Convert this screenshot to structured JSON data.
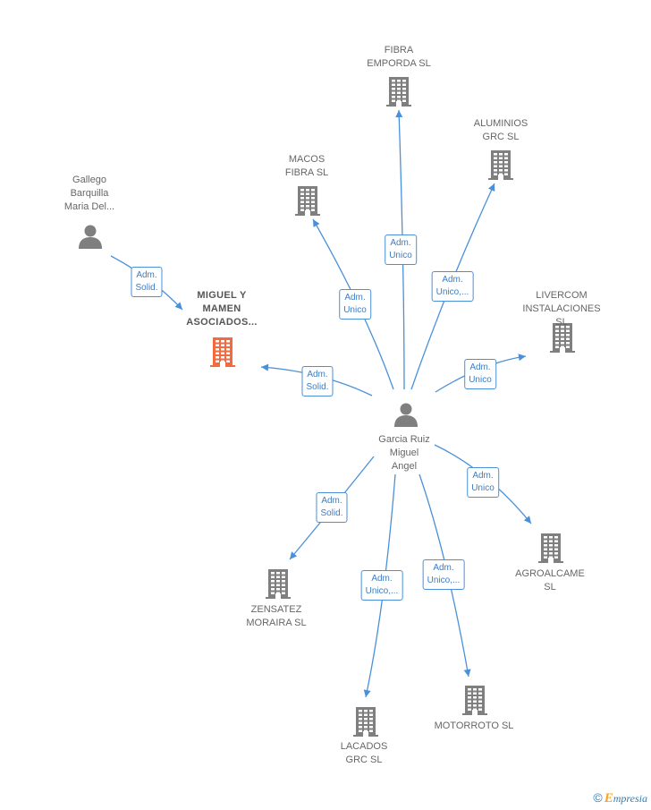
{
  "colors": {
    "edge": "#4a90d9",
    "building": "#7f7f7f",
    "building_focus": "#f26a3d",
    "person": "#7f7f7f"
  },
  "nodes": {
    "fibra_emporda": {
      "label": "FIBRA\nEMPORDA SL",
      "icon": "building-icon"
    },
    "aluminios_grc": {
      "label": "ALUMINIOS\nGRC SL",
      "icon": "building-icon"
    },
    "macos_fibra": {
      "label": "MACOS\nFIBRA SL",
      "icon": "building-icon"
    },
    "gallego": {
      "label": "Gallego\nBarquilla\nMaria Del...",
      "icon": "person-icon"
    },
    "miguel_mamen": {
      "label": "MIGUEL Y\nMAMEN\nASOCIADOS...",
      "icon": "building-icon"
    },
    "livercom": {
      "label": "LIVERCOM\nINSTALACIONES SL",
      "icon": "building-icon"
    },
    "garcia": {
      "label": "Garcia Ruiz\nMiguel\nAngel",
      "icon": "person-icon"
    },
    "zensatez": {
      "label": "ZENSATEZ\nMORAIRA SL",
      "icon": "building-icon"
    },
    "agroalcame": {
      "label": "AGROALCAME\nSL",
      "icon": "building-icon"
    },
    "lacados": {
      "label": "LACADOS\nGRC SL",
      "icon": "building-icon"
    },
    "motorroto": {
      "label": "MOTORROTO SL",
      "icon": "building-icon"
    }
  },
  "edges": [
    {
      "from": "garcia",
      "to": "fibra_emporda",
      "label": "Adm.\nUnico"
    },
    {
      "from": "garcia",
      "to": "aluminios_grc",
      "label": "Adm.\nUnico,..."
    },
    {
      "from": "garcia",
      "to": "macos_fibra",
      "label": "Adm.\nUnico"
    },
    {
      "from": "gallego",
      "to": "miguel_mamen",
      "label": "Adm.\nSolid."
    },
    {
      "from": "garcia",
      "to": "miguel_mamen",
      "label": "Adm.\nSolid."
    },
    {
      "from": "garcia",
      "to": "livercom",
      "label": "Adm.\nUnico"
    },
    {
      "from": "garcia",
      "to": "zensatez",
      "label": "Adm.\nSolid."
    },
    {
      "from": "garcia",
      "to": "agroalcame",
      "label": "Adm.\nUnico"
    },
    {
      "from": "garcia",
      "to": "lacados",
      "label": "Adm.\nUnico,..."
    },
    {
      "from": "garcia",
      "to": "motorroto",
      "label": "Adm.\nUnico,..."
    }
  ],
  "brand": {
    "copyright": "©",
    "initial": "E",
    "rest": "mpresia"
  }
}
